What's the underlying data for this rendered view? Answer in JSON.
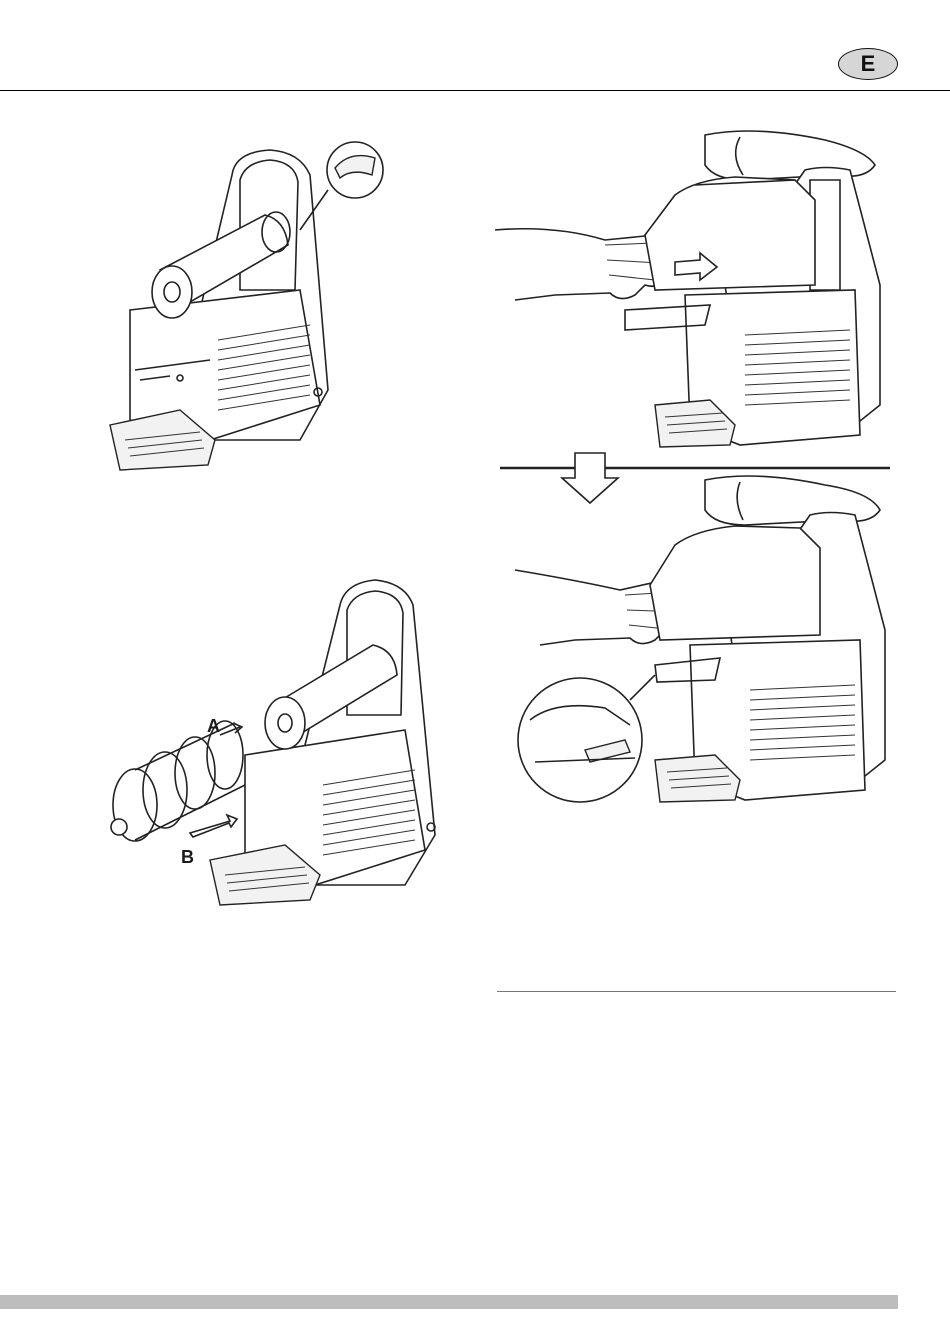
{
  "header": {
    "language_badge": "E"
  },
  "figures": {
    "bowl_gasket": {
      "icons": [
        "machine-drawing-icon",
        "gasket-detail-icon"
      ]
    },
    "auger_fit": {
      "label_a": "A",
      "label_b": "B",
      "icons": [
        "machine-drawing-icon",
        "auger-icon",
        "arrow-icon"
      ]
    },
    "lid_remove": {
      "icons": [
        "hand-icon",
        "arrow-right-icon",
        "machine-drawing-icon"
      ]
    },
    "lid_lock": {
      "icons": [
        "hand-icon",
        "arrow-down-icon",
        "latch-detail-icon"
      ]
    }
  },
  "colors": {
    "footer_bar": "#bdbdbd",
    "badge_fill": "#d6d6d6",
    "line": "#222222"
  }
}
